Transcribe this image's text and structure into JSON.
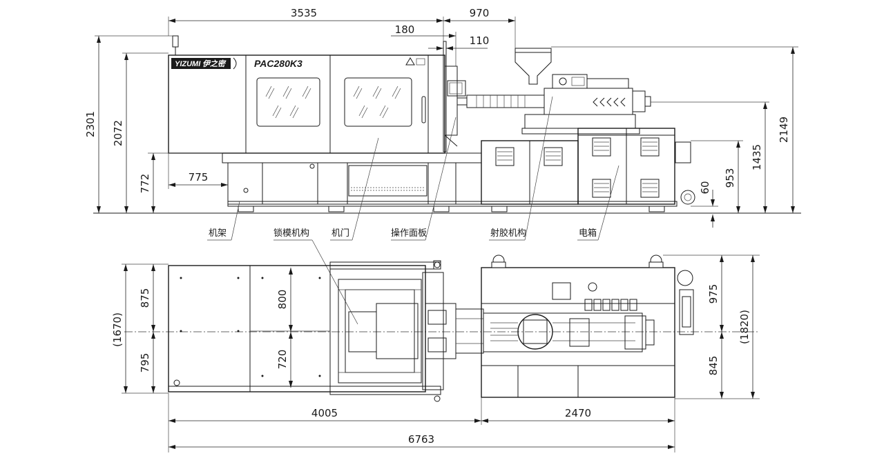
{
  "machine": {
    "brand": "YIZUMI",
    "brand_cn": "伊之密",
    "model": "PAC280K3"
  },
  "side_view": {
    "dimensions": {
      "overall_length": "3535",
      "injection_overhang": "970",
      "d180": "180",
      "d110": "110",
      "total_height": "2301",
      "top_height": "2072",
      "base_height": "772",
      "frame_offset": "775",
      "nozzle_height": "2149",
      "barrel_height": "1435",
      "cabinet_height": "953",
      "foot_height": "60"
    },
    "labels": {
      "frame": "机架",
      "clamping_unit": "锁模机构",
      "door": "机门",
      "control_panel": "操作面板",
      "injection_unit": "射胶机构",
      "electric_box": "电箱"
    }
  },
  "top_view": {
    "dimensions": {
      "overall_width": "(1670)",
      "upper_half": "875",
      "lower_half": "795",
      "platen_upper": "800",
      "platen_lower": "720",
      "right_upper": "975",
      "right_lower": "845",
      "right_width": "(1820)",
      "clamp_length": "4005",
      "injection_length": "2470",
      "total_length": "6763"
    }
  }
}
